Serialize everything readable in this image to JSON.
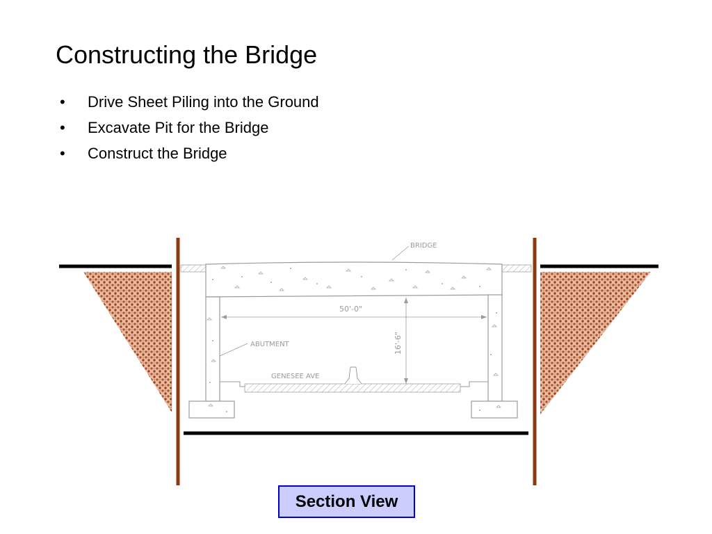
{
  "slide": {
    "title": "Constructing the Bridge",
    "bullets": [
      "Drive Sheet Piling into the Ground",
      "Excavate Pit for the Bridge",
      "Construct the Bridge"
    ]
  },
  "diagram": {
    "labels": {
      "bridge": "BRIDGE",
      "abutment": "ABUTMENT",
      "span_dimension": "50'-0\"",
      "height_dimension": "16'-6\"",
      "street": "GENESEE  AVE"
    },
    "caption": "Section View",
    "colors": {
      "sheet_piling": "#8b3a0f",
      "soil": "#b5522a",
      "caption_fill": "#ccccff",
      "caption_border": "#0000cc",
      "drawing_line": "#9a9a9a"
    }
  }
}
